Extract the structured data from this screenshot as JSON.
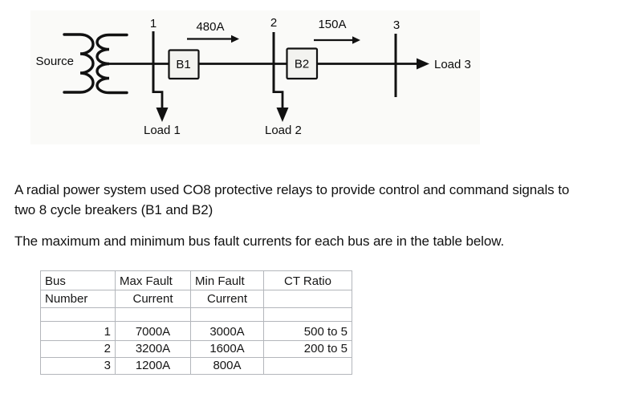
{
  "diagram": {
    "source_label": "Source",
    "bus1_label": "1",
    "bus2_label": "2",
    "bus3_label": "3",
    "breaker1_label": "B1",
    "breaker2_label": "B2",
    "flow1_label": "480A",
    "flow2_label": "150A",
    "load1_label": "Load 1",
    "load2_label": "Load 2",
    "load3_label": "Load 3"
  },
  "text": {
    "p1_line1": "A radial power system used CO8 protective relays to provide control and command signals to",
    "p1_line2": "two 8 cycle breakers (B1 and B2)",
    "p2": "The maximum and minimum bus fault currents for each bus are in the table below."
  },
  "table": {
    "header_row1": [
      "Bus",
      "Max Fault",
      "Min Fault",
      "CT Ratio"
    ],
    "header_row2": [
      "Number",
      "Current",
      "Current",
      ""
    ],
    "rows": [
      [
        "1",
        "7000A",
        "3000A",
        "500 to 5"
      ],
      [
        "2",
        "3200A",
        "1600A",
        "200 to 5"
      ],
      [
        "3",
        "1200A",
        "800A",
        ""
      ]
    ]
  },
  "colors": {
    "line": "#111111",
    "breaker_fill": "#f3f3f0",
    "diagram_bg": "#fafaf8",
    "table_border": "#b3b6bb"
  }
}
